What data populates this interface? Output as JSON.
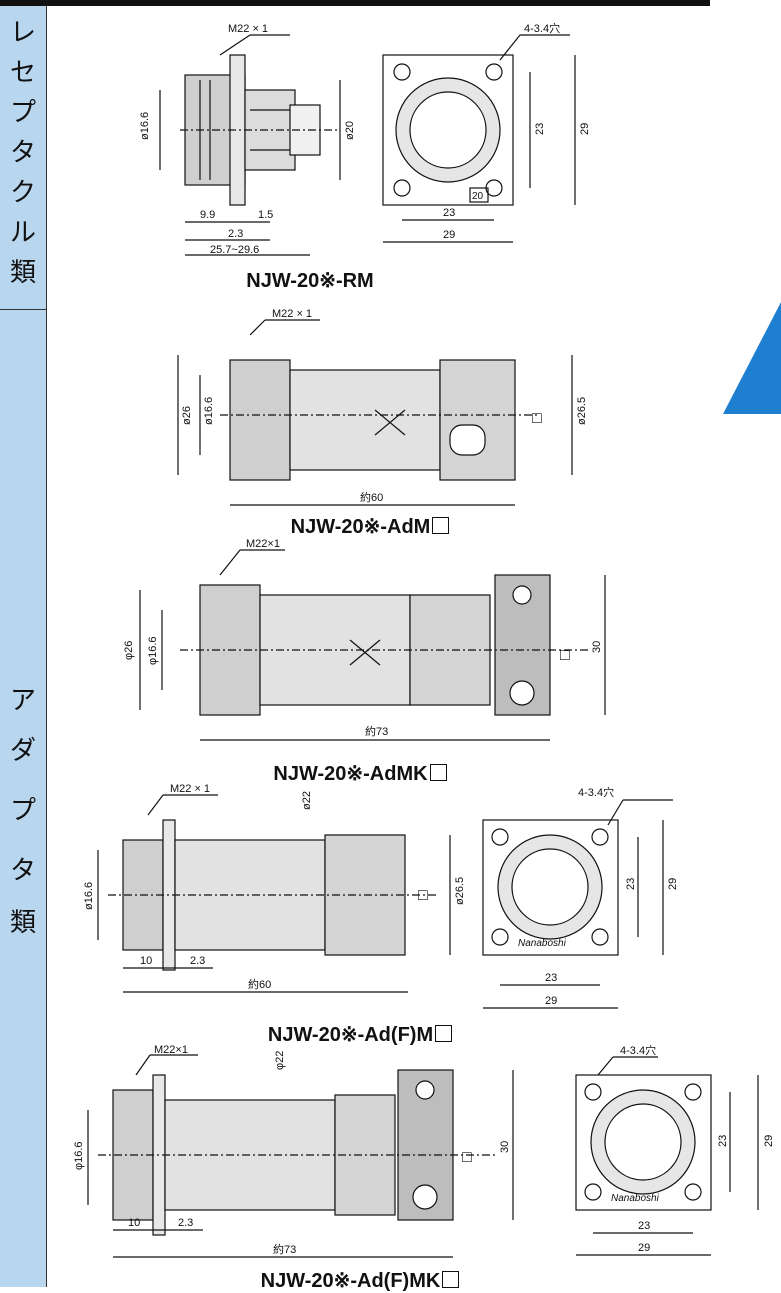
{
  "sidebar": {
    "section1_chars": [
      "レ",
      "セ",
      "プ",
      "タ",
      "ク",
      "ル",
      "類"
    ],
    "section2_chars": [
      "ア",
      "ダ",
      "プ",
      "タ",
      "類"
    ]
  },
  "models": [
    {
      "name": "NJW-20※-RM",
      "box": false
    },
    {
      "name": "NJW-20※-AdM",
      "box": true
    },
    {
      "name": "NJW-20※-AdMK",
      "box": true
    },
    {
      "name": "NJW-20※-Ad(F)M",
      "box": true
    },
    {
      "name": "NJW-20※-Ad(F)MK",
      "box": true
    }
  ],
  "dims": {
    "d1": {
      "thread": "M22 × 1",
      "dia_a": "ø16.6",
      "dia_b": "ø20",
      "len1": "9.9",
      "len2": "1.5",
      "len3": "2.3",
      "len_total": "25.7~29.6",
      "hole": "4-3.4穴",
      "pitch": "23",
      "outer": "29",
      "size_mark": "20"
    },
    "d2": {
      "thread": "M22 × 1",
      "dia_a": "ø26",
      "dia_b": "ø16.6",
      "dia_c": "ø26.5",
      "box": "□",
      "len_total": "約60"
    },
    "d3": {
      "thread": "M22×1",
      "dia_a": "φ26",
      "dia_b": "φ16.6",
      "box": "□",
      "height": "30",
      "len_total": "約73"
    },
    "d4": {
      "thread": "M22 × 1",
      "dia_a": "ø16.6",
      "dia_b": "ø22",
      "dia_c": "ø26.5",
      "box": "□",
      "len1": "10",
      "len2": "2.3",
      "len_total": "約60",
      "hole": "4-3.4穴",
      "pitch": "23",
      "outer": "29",
      "logo": "Nanaboshi"
    },
    "d5": {
      "thread": "M22×1",
      "dia_a": "φ16.6",
      "dia_b": "φ22",
      "box": "□",
      "height": "30",
      "len1": "10",
      "len2": "2.3",
      "len_total": "約73",
      "hole": "4-3.4穴",
      "pitch": "23",
      "outer": "29",
      "logo": "Nanaboshi"
    }
  },
  "colors": {
    "sidebar": "#b9d6ef",
    "accent": "#1e7fd0"
  }
}
